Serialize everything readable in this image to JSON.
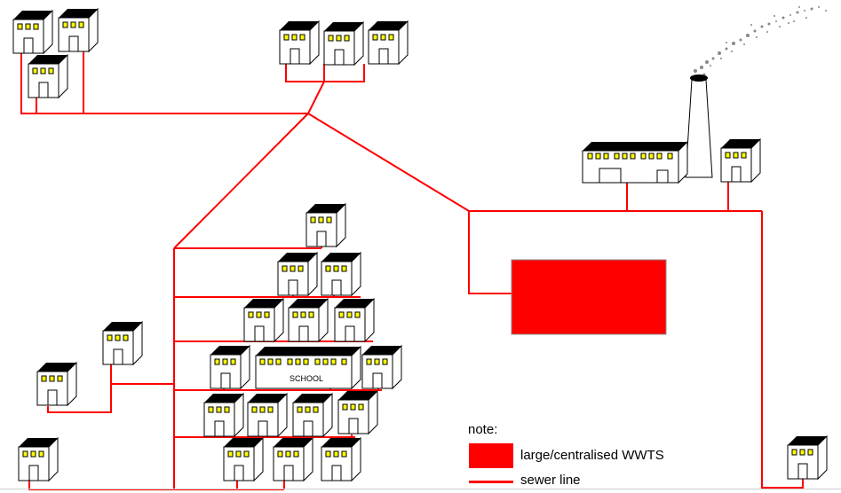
{
  "legend": {
    "title": "note:",
    "wwts_label": "large/centralised WWTS",
    "sewer_label": "sewer line"
  },
  "school_label": "SCHOOL",
  "colors": {
    "sewer": "#ff0000",
    "treatment_plant": "#ff0000",
    "window": "#ffff00",
    "roof": "#000000",
    "smoke": "#888888"
  }
}
